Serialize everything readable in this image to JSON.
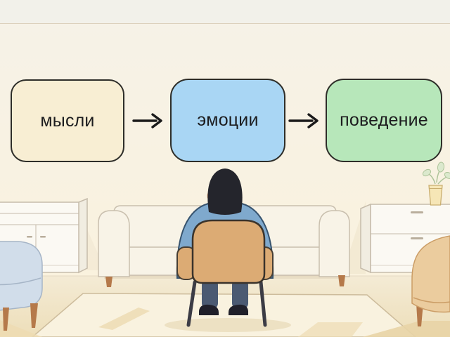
{
  "diagram": {
    "nodes": [
      {
        "id": "thoughts",
        "label": "мысли",
        "fill": "#f8eed3"
      },
      {
        "id": "emotions",
        "label": "эмоции",
        "fill": "#a9d6f4"
      },
      {
        "id": "behavior",
        "label": "поведение",
        "fill": "#b7e7ba"
      }
    ],
    "border_color": "#2e2e29",
    "text_color": "#1c1c1e",
    "arrow_color": "#1a1a1a"
  },
  "scene": {
    "wall_top_color": "#f2f1ea",
    "wall_color": "#f9f2de",
    "floor_color": "#f3e9d0",
    "rug_color": "#f9f2df",
    "furniture": {
      "sofa_color": "#f8f3e7",
      "sofa_outline": "#c9bfae",
      "cabinet_color": "#fbf9f3",
      "cabinet_outline": "#c6bcab",
      "blue_armchair_color": "#d1ddea",
      "tan_armchair_color": "#ebcc9e",
      "wood_color": "#b5794a",
      "plant_leaf_color": "#dbe9cd",
      "plant_pot_color": "#f6e6b6"
    },
    "person": {
      "hair_color": "#24252c",
      "skin_color": "#eab38c",
      "shirt_color": "#7fa9cd",
      "pants_color": "#4b5a72",
      "shoe_color": "#20202a",
      "chair_color": "#dcab74",
      "chair_leg_color": "#3c3c45"
    }
  }
}
